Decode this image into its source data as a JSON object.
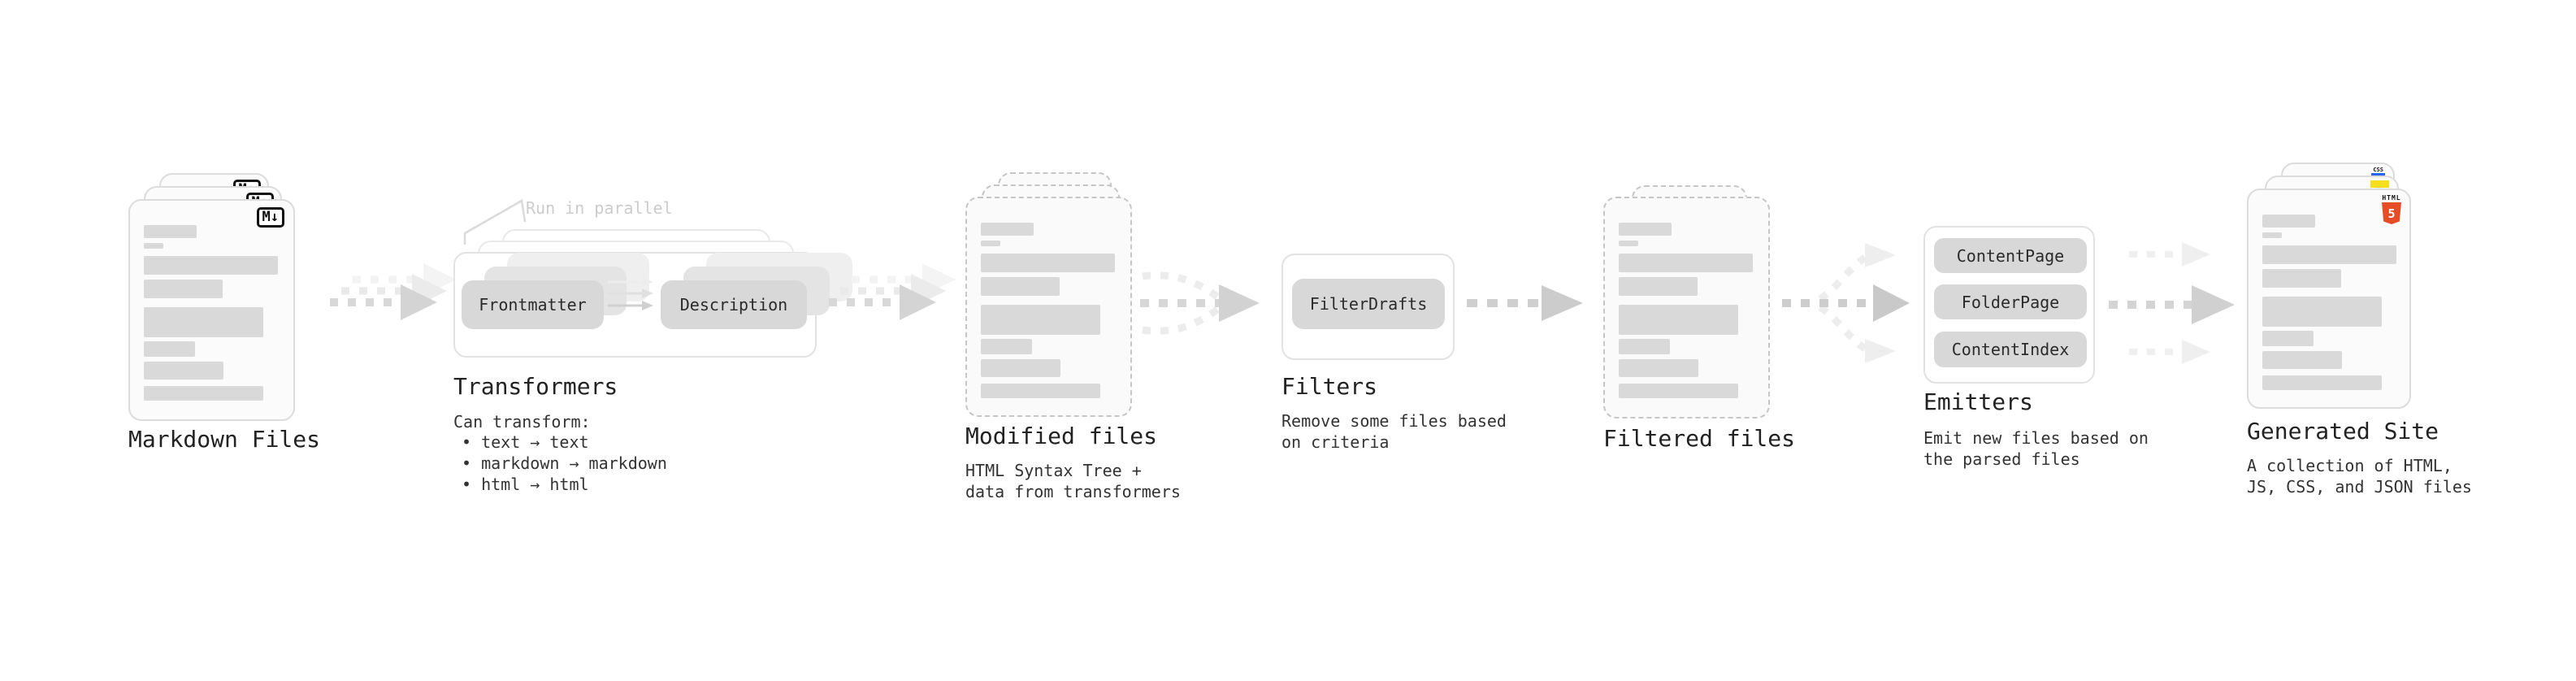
{
  "stages": {
    "markdown": {
      "label": "Markdown Files",
      "badge": "M↓"
    },
    "transformers": {
      "label": "Transformers",
      "annotation": "Run in parallel",
      "pills": [
        "Frontmatter",
        "Description"
      ],
      "desc_intro": "Can transform:",
      "bullets": [
        "• text → text",
        "• markdown → markdown",
        "• html → html"
      ]
    },
    "modified": {
      "label": "Modified files",
      "desc": "HTML Syntax Tree +\ndata from transformers"
    },
    "filters": {
      "label": "Filters",
      "pills": [
        "FilterDrafts"
      ],
      "desc": "Remove some files based\non criteria"
    },
    "filtered": {
      "label": "Filtered files"
    },
    "emitters": {
      "label": "Emitters",
      "pills": [
        "ContentPage",
        "FolderPage",
        "ContentIndex"
      ],
      "desc": "Emit new files based on\nthe parsed files"
    },
    "generated": {
      "label": "Generated Site",
      "desc": "A collection of HTML,\nJS, CSS, and JSON files",
      "icons": {
        "css": "CSS",
        "html_label": "HTML",
        "html_number": "5"
      }
    }
  },
  "colors": {
    "html5_orange": "#e54d26",
    "js_yellow": "#f7df1e",
    "css_blue": "#2965f1",
    "skeleton_gray": "#d9d9d9",
    "arrow_gray": "#d4d4d4"
  }
}
